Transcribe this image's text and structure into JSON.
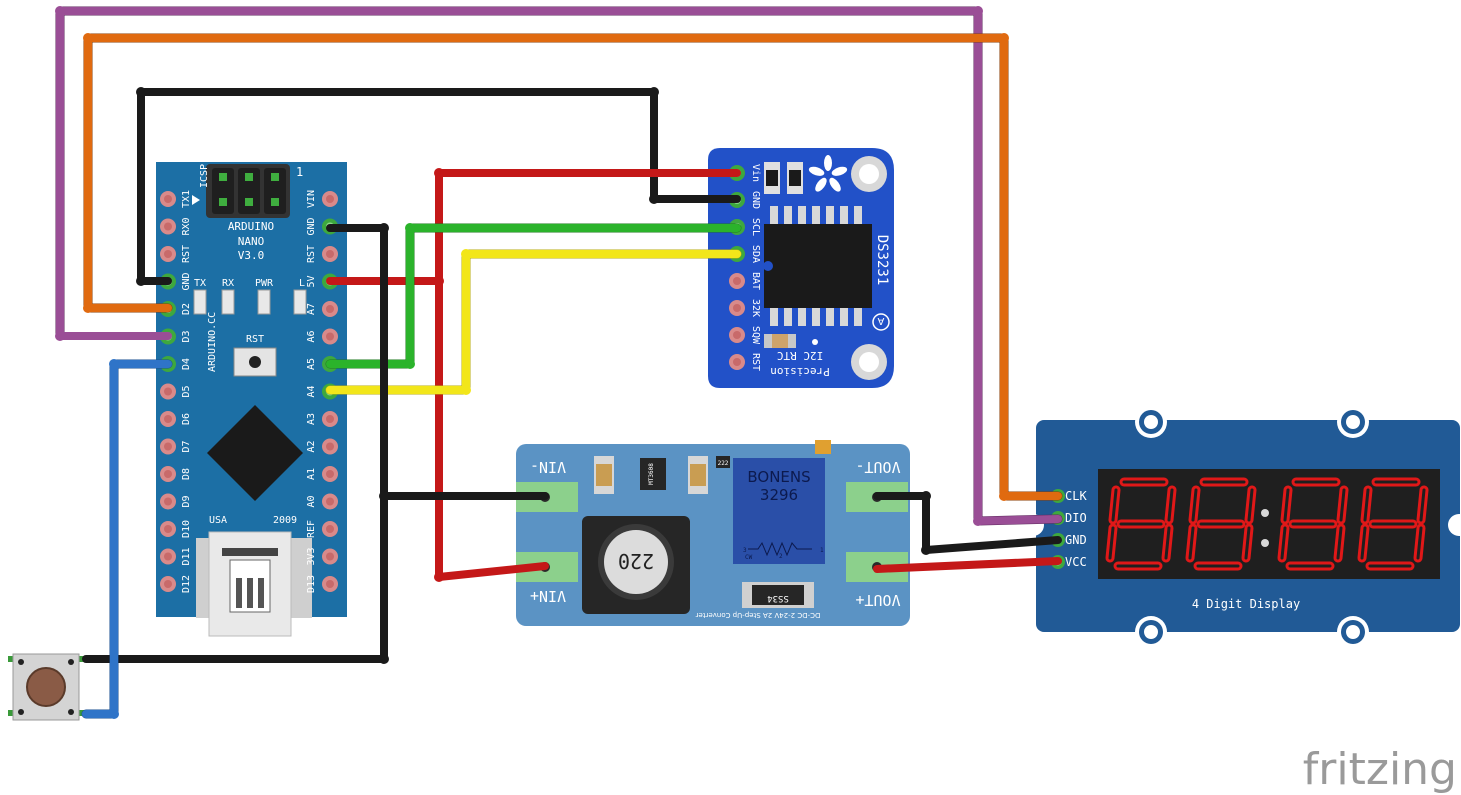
{
  "arduino": {
    "board_name_1": "ARDUINO",
    "board_name_2": "NANO",
    "board_version": "V3.0",
    "site": "ARDUINO.CC",
    "icsp": "ICSP",
    "rst_button": "RST",
    "country": "USA",
    "year": "2009",
    "led_labels": [
      "TX",
      "RX",
      "PWR",
      "L"
    ],
    "left_pins": [
      "TX1",
      "RX0",
      "RST",
      "GND",
      "D2",
      "D3",
      "D4",
      "D5",
      "D6",
      "D7",
      "D8",
      "D9",
      "D10",
      "D11",
      "D12"
    ],
    "right_pins": [
      "VIN",
      "GND",
      "RST",
      "5V",
      "A7",
      "A6",
      "A5",
      "A4",
      "A3",
      "A2",
      "A1",
      "A0",
      "REF",
      "3V3",
      "D13"
    ]
  },
  "rtc": {
    "chip": "DS3231",
    "line1": "Precision",
    "line2": "I2C RTC",
    "pins": [
      "Vin",
      "GND",
      "SCL",
      "SDA",
      "BAT",
      "32K",
      "SQW",
      "RST"
    ]
  },
  "converter": {
    "brand": "BONENS",
    "trimmer": "3296",
    "vin_minus": "VIN-",
    "vin_plus": "VIN+",
    "vout_minus": "VOUT-",
    "vout_plus": "VOUT+",
    "inductor": "220",
    "diode": "SS34",
    "ic": "MT3608",
    "resistor": "222",
    "description": "DC-DC 2-24V 2A Step-Up Converter",
    "trim_cw": "CW",
    "trim_pins": [
      "3",
      "2",
      "1"
    ]
  },
  "display": {
    "label": "4 Digit Display",
    "pins": [
      "CLK",
      "DIO",
      "GND",
      "VCC"
    ]
  },
  "watermark": "fritzing",
  "colors": {
    "arduino_board": "#1c6fa5",
    "rtc_board": "#2251c8",
    "converter_board": "#5b93c4",
    "display_board": "#215a96",
    "wire_black": "#1a1a1a",
    "wire_red": "#c41818",
    "wire_green": "#2bb32b",
    "wire_yellow": "#f2e61a",
    "wire_blue": "#2f74c8",
    "wire_orange": "#e06a10",
    "wire_purple": "#9a4e96",
    "segment_red": "#e01818"
  }
}
